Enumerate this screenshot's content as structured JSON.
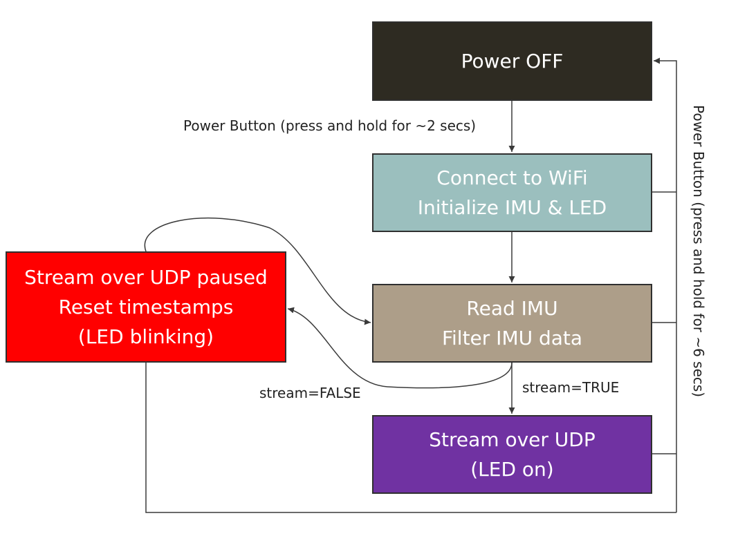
{
  "colors": {
    "power_off": "#2e2b22",
    "connect": "#9bbfbe",
    "read": "#ad9e89",
    "stream": "#7032a2",
    "paused": "#ff0000",
    "line": "#3a3a3a"
  },
  "states": {
    "power_off": {
      "line1": "Power OFF"
    },
    "connect": {
      "line1": "Connect to WiFi",
      "line2": "Initialize IMU & LED"
    },
    "read": {
      "line1": "Read IMU",
      "line2": "Filter IMU data"
    },
    "stream": {
      "line1": "Stream over UDP",
      "line2": "(LED on)"
    },
    "paused": {
      "line1": "Stream over UDP paused",
      "line2": "Reset timestamps",
      "line3": "(LED blinking)"
    }
  },
  "transitions": {
    "power_on": "Power Button (press and hold for ~2 secs)",
    "power_off": "Power Button (press and hold for ~6 secs)",
    "stream_false": "stream=FALSE",
    "stream_true": "stream=TRUE"
  }
}
